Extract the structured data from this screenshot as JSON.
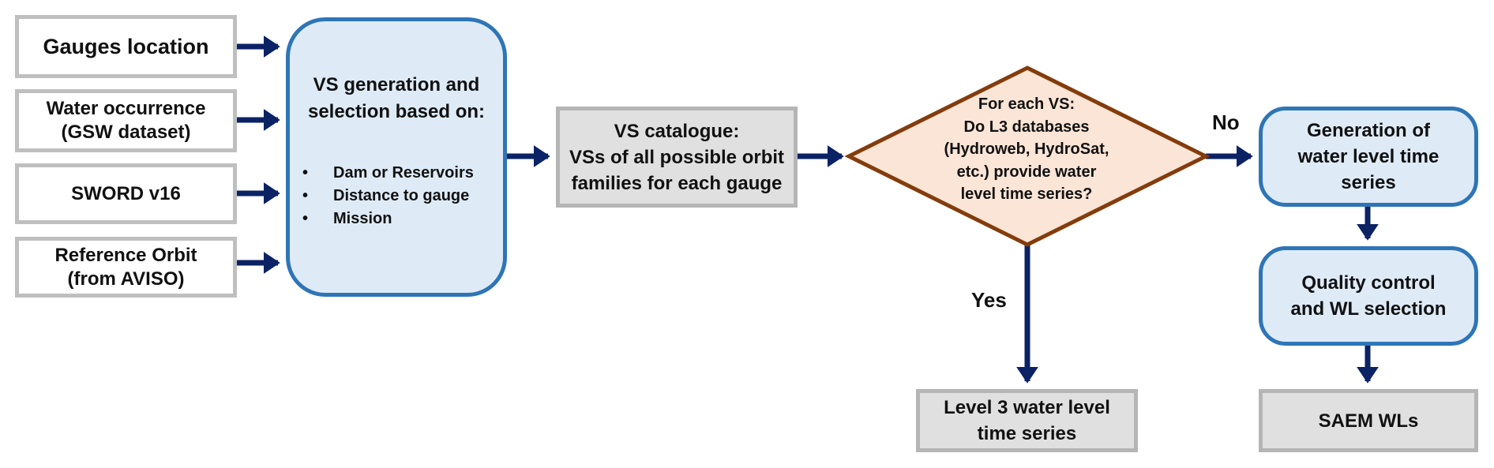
{
  "diagram": {
    "inputs": [
      {
        "id": "gauges",
        "lines": [
          "Gauges location"
        ]
      },
      {
        "id": "water-occurrence",
        "lines": [
          "Water occurrence",
          "(GSW dataset)"
        ]
      },
      {
        "id": "sword",
        "lines": [
          "SWORD v16"
        ]
      },
      {
        "id": "reference-orbit",
        "lines": [
          "Reference Orbit",
          "(from AVISO)"
        ]
      }
    ],
    "vs_generation": {
      "title_lines": [
        "VS generation and",
        "selection based on:"
      ],
      "criteria": [
        "Dam or Reservoirs",
        "Distance to gauge",
        "Mission"
      ],
      "bullet": "•"
    },
    "vs_catalogue": {
      "lines": [
        "VS catalogue:",
        "VSs of all possible orbit",
        "families for each gauge"
      ]
    },
    "decision": {
      "lines": [
        "For each VS:",
        "Do L3 databases",
        "(Hydroweb, HydroSat,",
        "etc.) provide water",
        "level time series?"
      ]
    },
    "branch_labels": {
      "yes": "Yes",
      "no": "No"
    },
    "level3_output": {
      "lines": [
        "Level 3 water level",
        "time series"
      ]
    },
    "generation": {
      "lines": [
        "Generation of",
        "water level time",
        "series"
      ]
    },
    "quality_control": {
      "lines": [
        "Quality control",
        "and WL selection"
      ]
    },
    "saem_output": {
      "lines": [
        "SAEM WLs"
      ]
    },
    "colors": {
      "arrow": "#0b2265",
      "blue_fill": "#deebf7",
      "blue_border": "#2e75b6",
      "grey_fill": "#e0e0e0",
      "grey_border": "#b5b5b5",
      "input_border": "#bfbfbf",
      "diamond_fill": "#fbe5d6",
      "diamond_border": "#843c0c"
    }
  }
}
